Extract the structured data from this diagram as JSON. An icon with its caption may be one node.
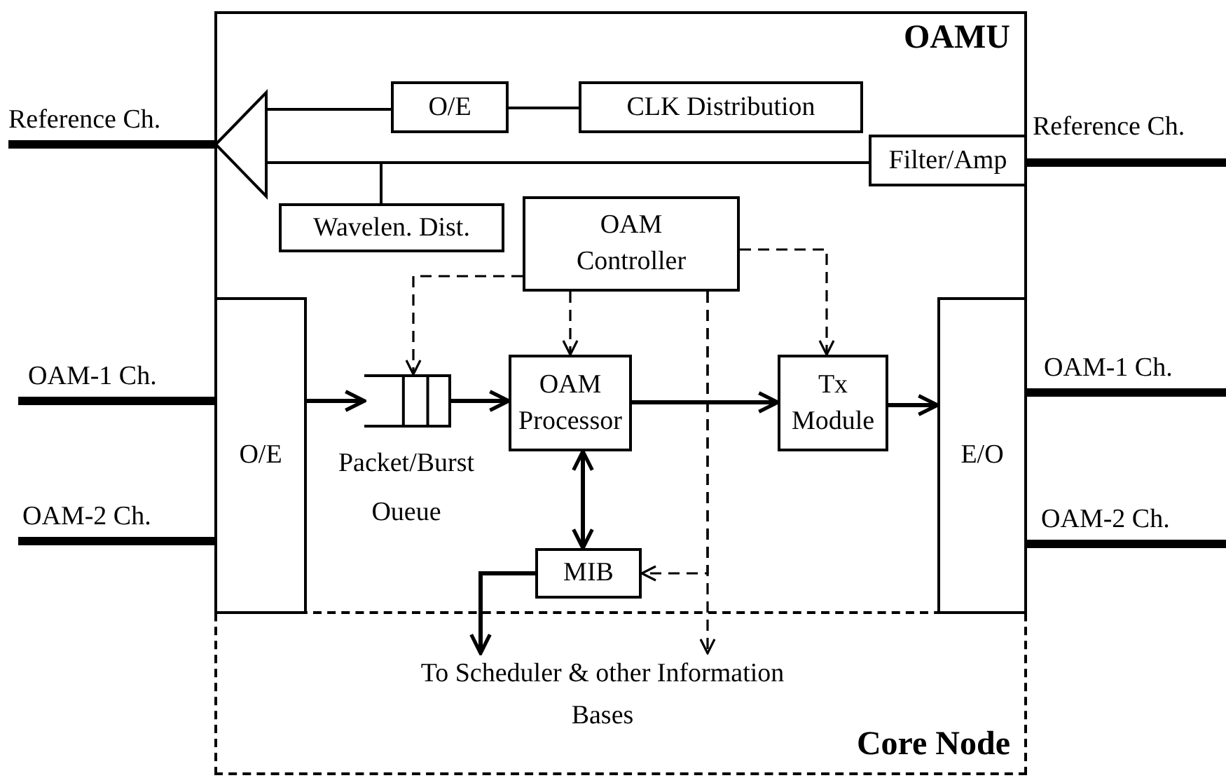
{
  "diagram": {
    "nodes": [
      {
        "text": [
          "Core Node"
        ]
      },
      {
        "text": [
          "OAMU"
        ],
        "in": 0
      },
      {
        "text": [
          "Reference Ch."
        ]
      },
      {
        "text": [],
        "shape": "triangle",
        "in": 1
      },
      {
        "text": [
          "O/E"
        ],
        "in": 1
      },
      {
        "text": [
          "CLK Distribution"
        ],
        "in": 1
      },
      {
        "text": [
          "Filter/Amp"
        ],
        "in": 1
      },
      {
        "text": [
          "Reference Ch."
        ]
      },
      {
        "text": [
          "Wavelen. Dist."
        ],
        "in": 1
      },
      {
        "text": [
          "OAM Controller"
        ],
        "in": 1
      },
      {
        "text": [
          "O/E"
        ],
        "in": 1
      },
      {
        "text": [],
        "shape": "queue",
        "beside": [
          "Packet/Burst Oueue"
        ],
        "in": 1
      },
      {
        "text": [
          "OAM Processor"
        ],
        "in": 1
      },
      {
        "text": [
          "Tx Module"
        ],
        "in": 1
      },
      {
        "text": [
          "E/O"
        ],
        "in": 1
      },
      {
        "text": [
          "MIB"
        ],
        "in": 1
      },
      {
        "text": [
          "OAM-1 Ch."
        ]
      },
      {
        "text": [
          "OAM-2 Ch."
        ]
      },
      {
        "text": [
          "OAM-1 Ch."
        ]
      },
      {
        "text": [
          "OAM-2 Ch."
        ]
      },
      {
        "text": [
          "To Scheduler & other Information Bases"
        ],
        "in": 0
      }
    ],
    "edges": [
      {
        "from": 2,
        "to": 3,
        "arrow": "none",
        "style": "thick"
      },
      {
        "from": 3,
        "to": 4,
        "arrow": "none"
      },
      {
        "from": 4,
        "to": 5,
        "arrow": "none"
      },
      {
        "from": 3,
        "to": 6,
        "arrow": "none"
      },
      {
        "from": 8,
        "to": 3,
        "arrow": "none"
      },
      {
        "from": 6,
        "to": 7,
        "arrow": "none",
        "style": "thick"
      },
      {
        "from": 16,
        "to": 10,
        "arrow": "none",
        "style": "thick"
      },
      {
        "from": 17,
        "to": 10,
        "arrow": "none",
        "style": "thick"
      },
      {
        "from": 14,
        "to": 18,
        "arrow": "none",
        "style": "thick"
      },
      {
        "from": 14,
        "to": 19,
        "arrow": "none",
        "style": "thick"
      },
      {
        "from": 10,
        "to": 11,
        "arrow": "to"
      },
      {
        "from": 11,
        "to": 12,
        "arrow": "to"
      },
      {
        "from": 12,
        "to": 13,
        "arrow": "to"
      },
      {
        "from": 13,
        "to": 14,
        "arrow": "to"
      },
      {
        "from": 12,
        "to": 15,
        "arrow": "both"
      },
      {
        "from": 15,
        "to": 20,
        "arrow": "to"
      },
      {
        "from": 9,
        "to": 11,
        "arrow": "to",
        "style": "dashed"
      },
      {
        "from": 9,
        "to": 12,
        "arrow": "to",
        "style": "dashed"
      },
      {
        "from": 9,
        "to": 13,
        "arrow": "to",
        "style": "dashed"
      },
      {
        "from": 9,
        "to": 15,
        "arrow": "to",
        "style": "dashed"
      },
      {
        "from": 9,
        "to": 20,
        "arrow": "to",
        "style": "dashed"
      }
    ]
  }
}
